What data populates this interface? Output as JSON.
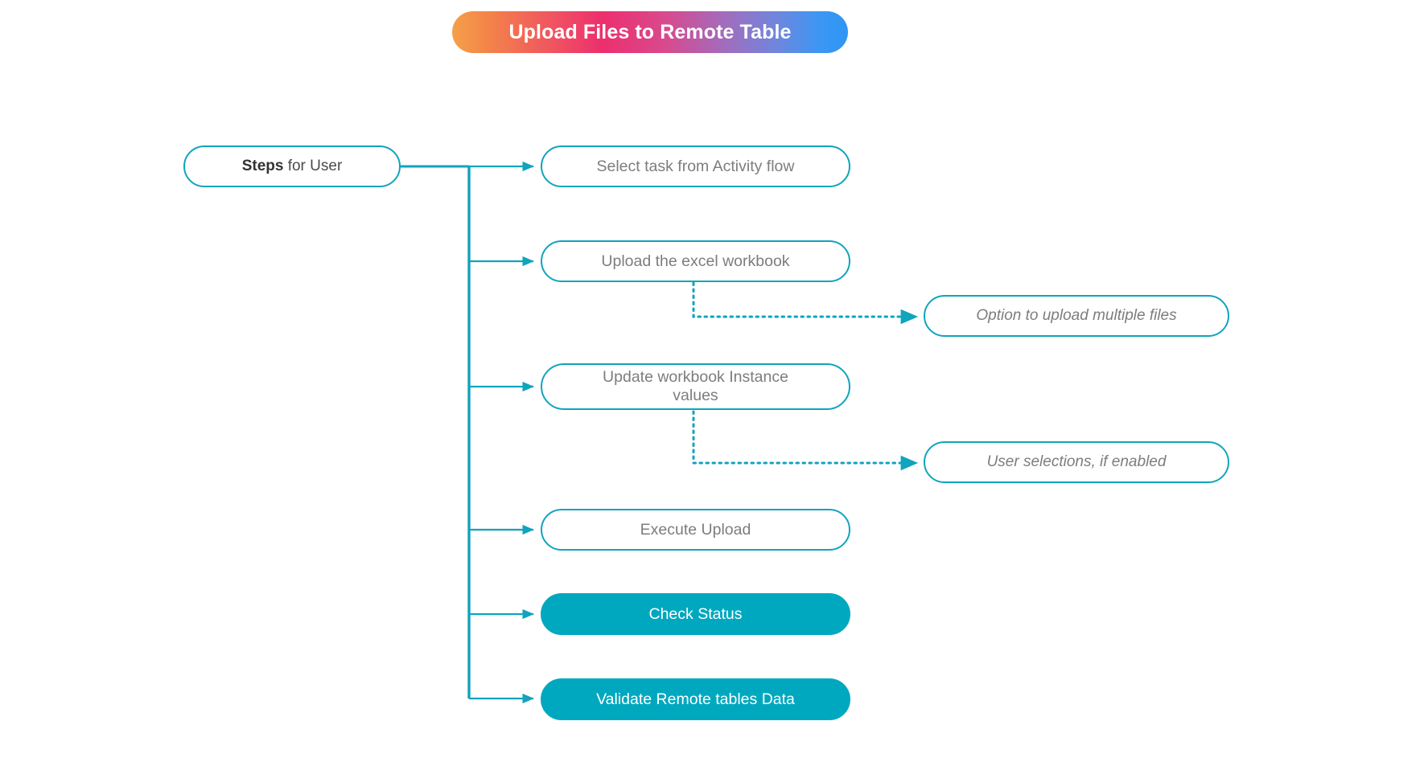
{
  "header": {
    "title": "Upload Files to Remote Table",
    "gradient_from": "#f5a04b",
    "gradient_mid_pink": "#ec2f6e",
    "gradient_mid_purple": "#9d6fc0",
    "gradient_to": "#2f95f5",
    "text_color": "#ffffff"
  },
  "theme": {
    "accent_teal": "#00a8bf",
    "outline_teal": "#10a4bd",
    "node_text_gray": "#7d7d7d",
    "root_text_gray": "#4a4a4a",
    "filled_text": "#ffffff",
    "background": "#ffffff"
  },
  "diagram": {
    "type": "mind-map",
    "root": {
      "label_strong": "Steps",
      "label_rest": " for User",
      "style": "outline"
    },
    "steps": [
      {
        "label": "Select task from Activity flow",
        "style": "outline",
        "lines": [
          "Select task from Activity flow"
        ]
      },
      {
        "label": "Upload the excel workbook",
        "style": "outline",
        "lines": [
          "Upload the excel workbook"
        ]
      },
      {
        "label": "Update workbook Instance values",
        "style": "outline",
        "lines": [
          "Update workbook Instance",
          "values"
        ]
      },
      {
        "label": "Execute Upload",
        "style": "outline",
        "lines": [
          "Execute Upload"
        ]
      },
      {
        "label": "Check Status",
        "style": "filled",
        "lines": [
          "Check Status"
        ]
      },
      {
        "label": "Validate Remote tables Data",
        "style": "filled",
        "lines": [
          "Validate Remote tables Data"
        ]
      }
    ],
    "annotations": [
      {
        "label": "Option to upload multiple files",
        "style": "outline-italic",
        "connector": "dotted",
        "from_step": 1
      },
      {
        "label": "User selections, if enabled",
        "style": "outline-italic",
        "connector": "dotted",
        "from_step": 2
      }
    ]
  }
}
